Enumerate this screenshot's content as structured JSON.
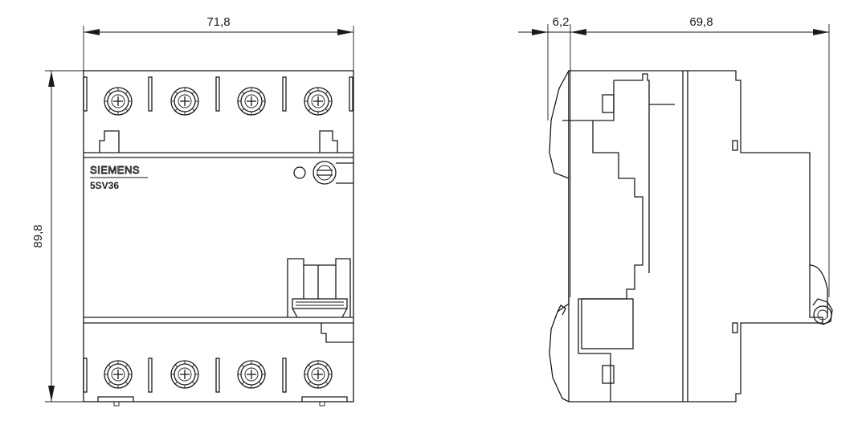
{
  "front_view": {
    "brand_label": "SIEMENS",
    "model_label": "5SV36",
    "terminal_count_top": 4,
    "terminal_count_bottom": 4
  },
  "dimensions": {
    "width": "71,8",
    "height": "89,8",
    "rail_offset": "6,2",
    "depth": "69,8"
  }
}
